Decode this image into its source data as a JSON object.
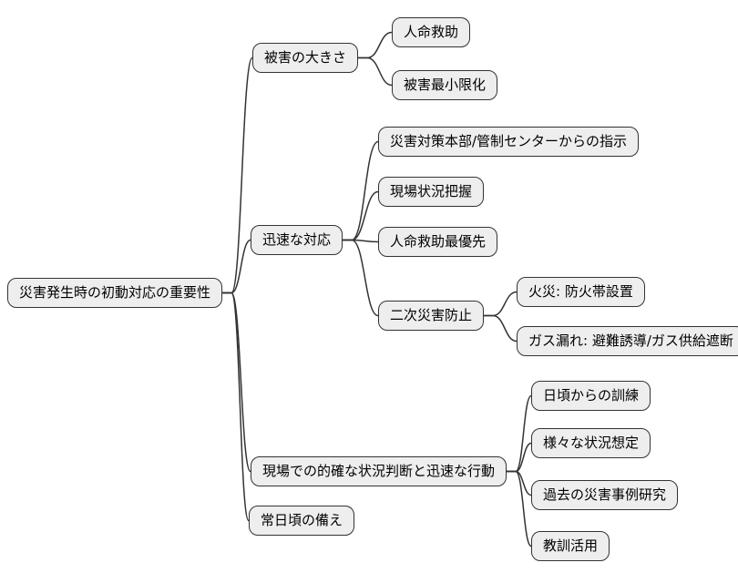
{
  "mindmap": {
    "type": "mindmap",
    "root": {
      "label": "災害発生時の初動対応の重要性"
    },
    "branches": [
      {
        "label": "被害の大きさ",
        "children": [
          {
            "label": "人命救助"
          },
          {
            "label": "被害最小限化"
          }
        ]
      },
      {
        "label": "迅速な対応",
        "children": [
          {
            "label": "災害対策本部/管制センターからの指示"
          },
          {
            "label": "現場状況把握"
          },
          {
            "label": "人命救助最優先"
          },
          {
            "label": "二次災害防止",
            "children": [
              {
                "label": "火災: 防火帯設置"
              },
              {
                "label": "ガス漏れ: 避難誘導/ガス供給遮断"
              }
            ]
          }
        ]
      },
      {
        "label": "現場での的確な状況判断と迅速な行動",
        "children": [
          {
            "label": "日頃からの訓練"
          },
          {
            "label": "様々な状況想定"
          },
          {
            "label": "過去の災害事例研究"
          },
          {
            "label": "教訓活用"
          }
        ]
      },
      {
        "label": "常日頃の備え",
        "children": []
      }
    ],
    "style": {
      "background": "#ffffff",
      "node_fill": "#eeeeee",
      "node_border": "#333333",
      "edge_color": "#333333",
      "text_color": "#000000"
    }
  }
}
